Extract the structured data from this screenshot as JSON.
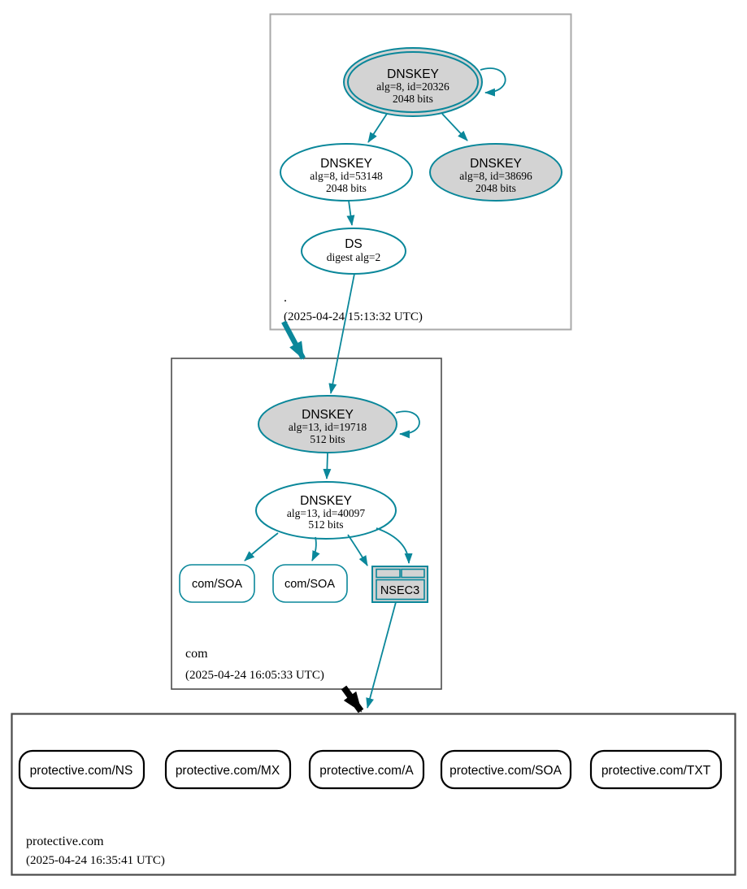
{
  "colors": {
    "accent_teal": "#0a879a",
    "node_gray_fill": "#d3d3d3",
    "insecure_black": "#000000"
  },
  "zones": {
    "root": {
      "label": ".",
      "timestamp": "(2025-04-24 15:13:32 UTC)",
      "ksk": {
        "title": "DNSKEY",
        "detail1": "alg=8, id=20326",
        "detail2": "2048 bits"
      },
      "zsk": {
        "title": "DNSKEY",
        "detail1": "alg=8, id=53148",
        "detail2": "2048 bits"
      },
      "zsk2": {
        "title": "DNSKEY",
        "detail1": "alg=8, id=38696",
        "detail2": "2048 bits"
      },
      "ds": {
        "title": "DS",
        "detail1": "digest alg=2"
      }
    },
    "com": {
      "label": "com",
      "timestamp": "(2025-04-24 16:05:33 UTC)",
      "ksk": {
        "title": "DNSKEY",
        "detail1": "alg=13, id=19718",
        "detail2": "512 bits"
      },
      "zsk": {
        "title": "DNSKEY",
        "detail1": "alg=13, id=40097",
        "detail2": "512 bits"
      },
      "soa1": {
        "label": "com/SOA"
      },
      "soa2": {
        "label": "com/SOA"
      },
      "nsec3": {
        "label": "NSEC3"
      }
    },
    "protective": {
      "label": "protective.com",
      "timestamp": "(2025-04-24 16:35:41 UTC)",
      "rrsets": [
        {
          "label": "protective.com/NS"
        },
        {
          "label": "protective.com/MX"
        },
        {
          "label": "protective.com/A"
        },
        {
          "label": "protective.com/SOA"
        },
        {
          "label": "protective.com/TXT"
        }
      ]
    }
  }
}
